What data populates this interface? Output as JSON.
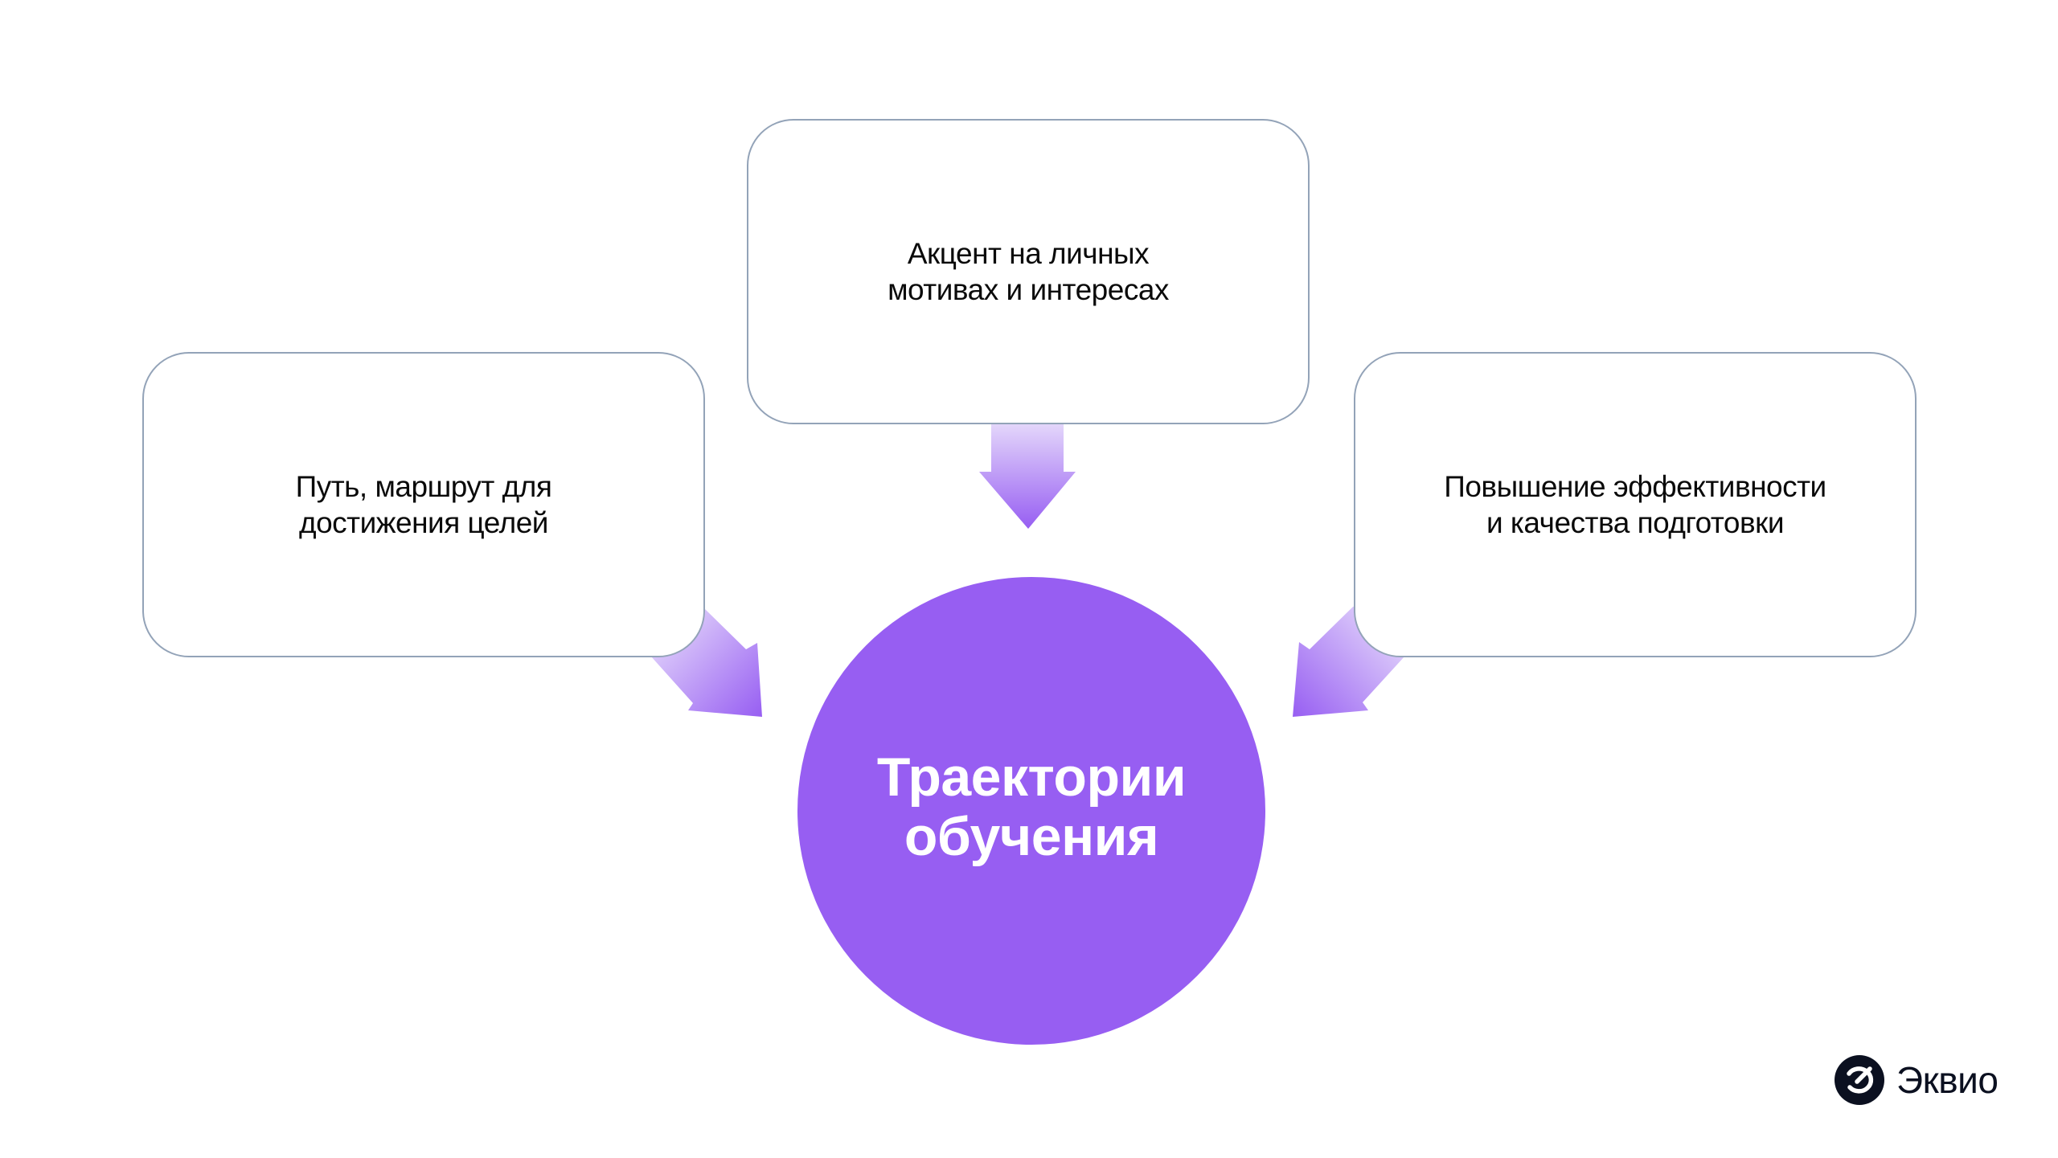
{
  "diagram": {
    "center": {
      "title": "Траектории\nобучения",
      "color": "#975EF2",
      "text_color": "#FFFFFF"
    },
    "nodes": [
      {
        "id": "top",
        "label": "Акцент на личных\nмотивах и интересах",
        "points_to": "center"
      },
      {
        "id": "left",
        "label": "Путь, маршрут для\nдостижения целей",
        "points_to": "center"
      },
      {
        "id": "right",
        "label": "Повышение эффективности\nи качества подготовки",
        "points_to": "center"
      }
    ],
    "node_border_color": "#93A3B8",
    "arrow_gradient": [
      "#E8DDFB",
      "#975EF2"
    ]
  },
  "brand": {
    "name": "Эквио",
    "icon": "eqvio-logo-icon",
    "color": "#0B1020"
  }
}
